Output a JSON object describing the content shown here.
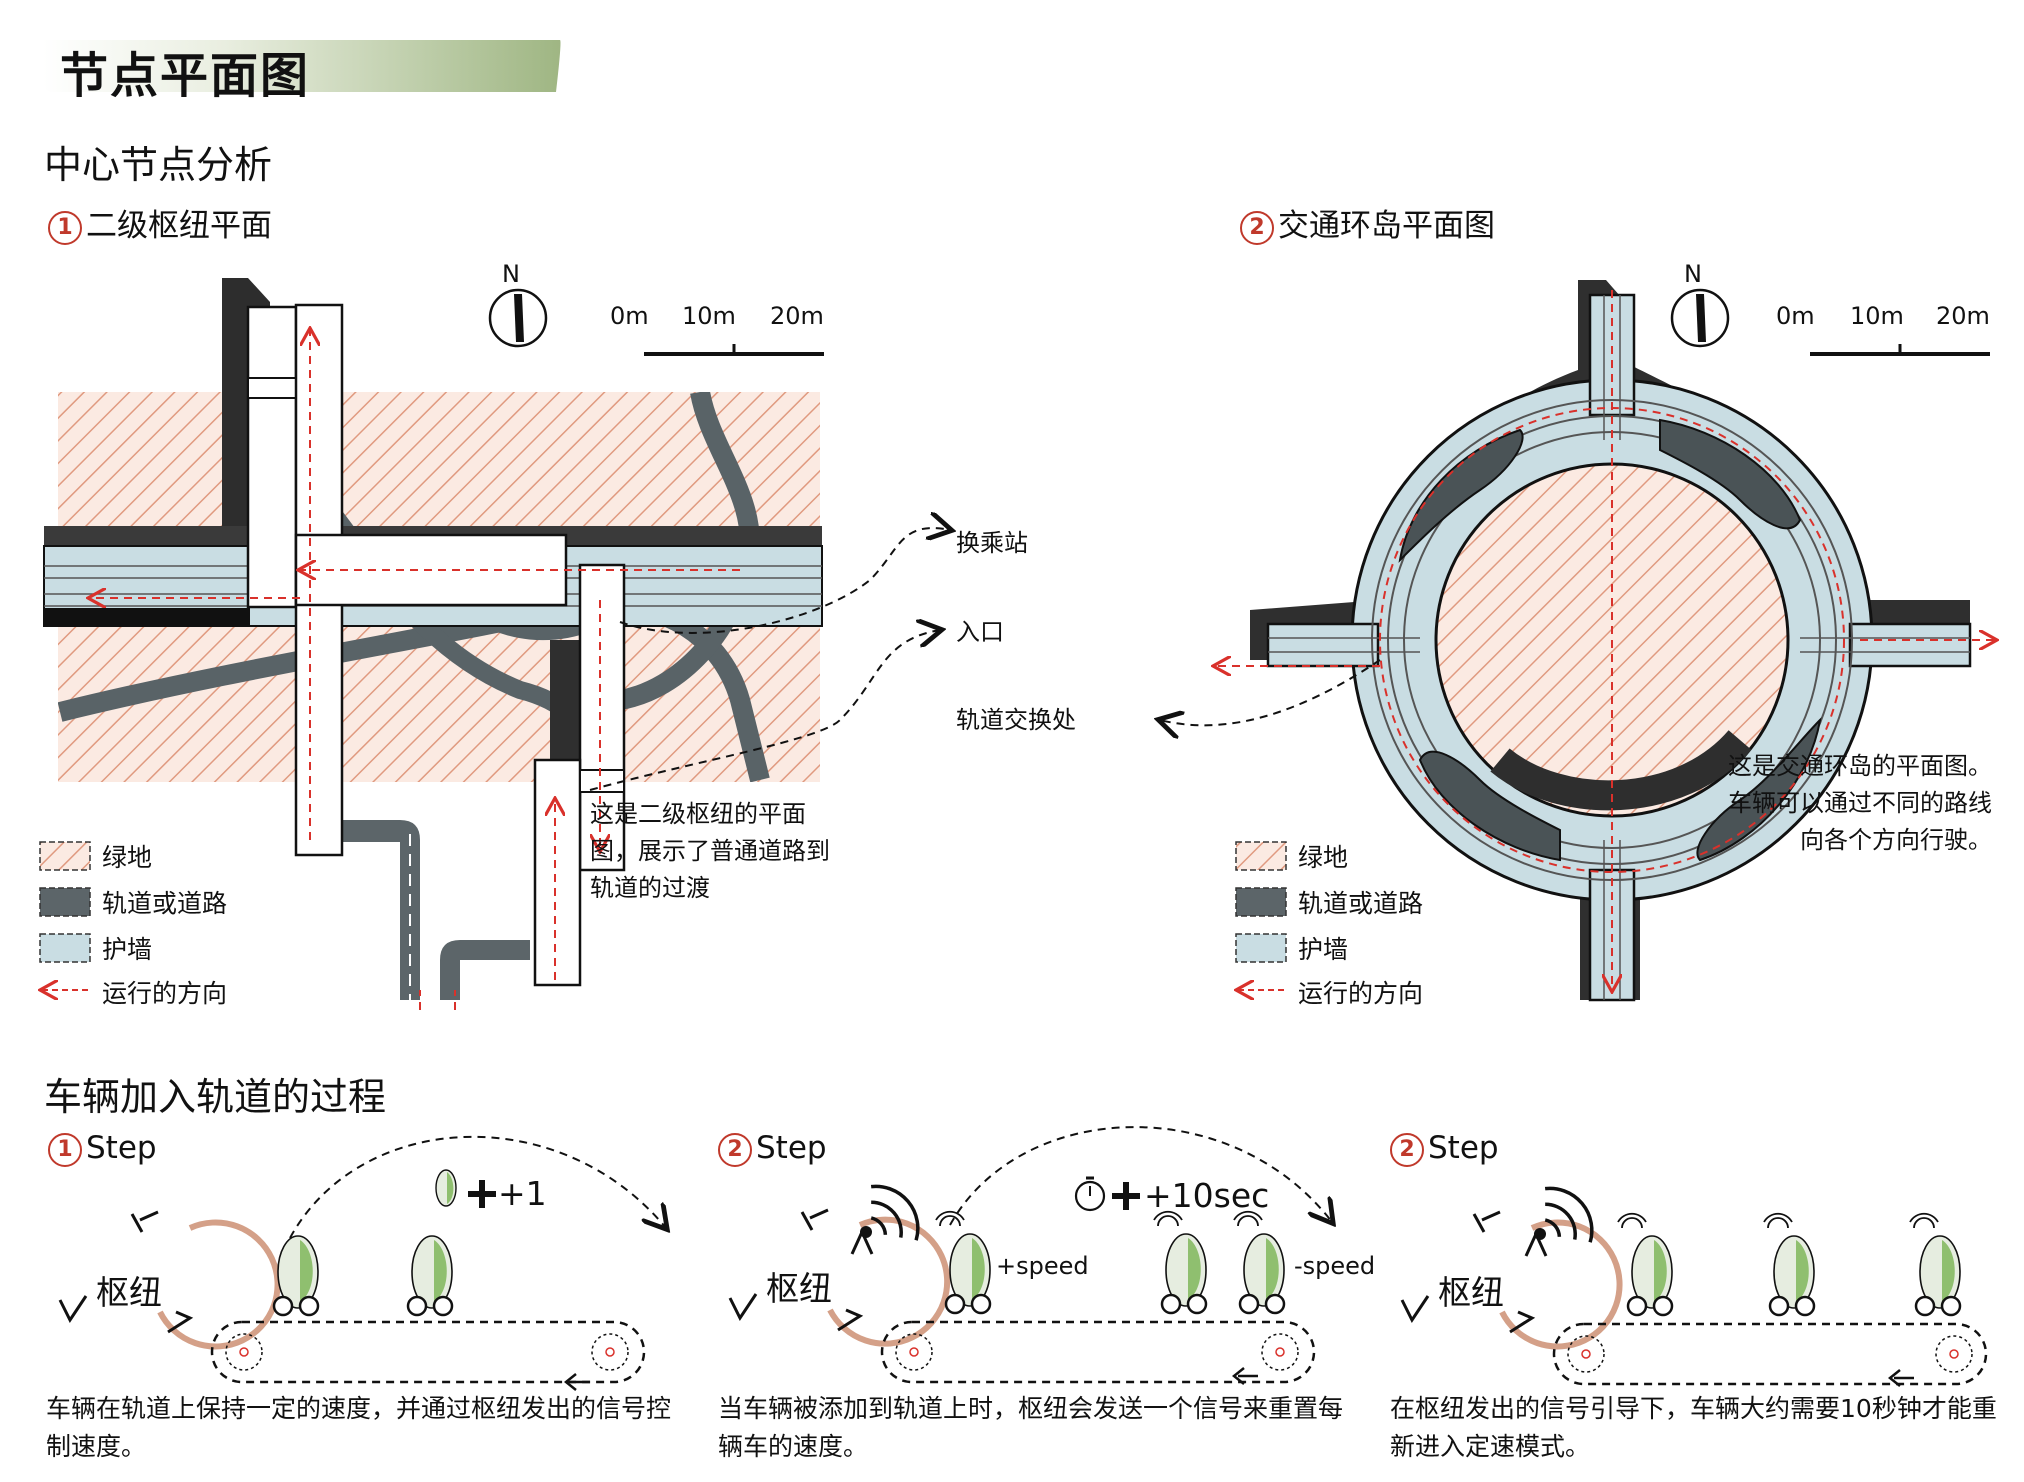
{
  "banner": {
    "title": "节点平面图"
  },
  "section1": {
    "title": "中心节点分析"
  },
  "plan1": {
    "number": "1",
    "title": "二级枢纽平面",
    "north": "N",
    "scale": [
      "0m",
      "10m",
      "20m"
    ],
    "callouts": {
      "transfer": "换乘站",
      "entrance": "入口",
      "track_exchange": "轨道交换处"
    },
    "note": "这是二级枢纽的平面图，展示了普通道路到轨道的过渡"
  },
  "plan2": {
    "number": "2",
    "title": "交通环岛平面图",
    "north": "N",
    "scale": [
      "0m",
      "10m",
      "20m"
    ],
    "note": "这是交通环岛的平面图。车辆可以通过不同的路线向各个方向行驶。"
  },
  "legend": [
    "绿地",
    "轨道或道路",
    "护墙",
    "运行的方向"
  ],
  "section2": {
    "title": "车辆加入轨道的过程"
  },
  "steps": [
    {
      "number": "1",
      "label": "Step",
      "hub": "枢纽",
      "badge": "+1",
      "caption": "车辆在轨道上保持一定的速度，并通过枢纽发出的信号控制速度。"
    },
    {
      "number": "2",
      "label": "Step",
      "hub": "枢纽",
      "badge": "+10sec",
      "speed_up": "+speed",
      "speed_down": "-speed",
      "caption": "当车辆被添加到轨道上时，枢纽会发送一个信号来重置每辆车的速度。"
    },
    {
      "number": "2",
      "label": "Step",
      "hub": "枢纽",
      "caption": "在枢纽发出的信号引导下，车辆大约需要10秒钟才能重新进入定速模式。"
    }
  ],
  "colors": {
    "hatch": "#e8a48a",
    "hatch_bg": "#f8e6dd",
    "road": "#3f474a",
    "wall": "#c8dde3",
    "arrow": "#d9312b",
    "banner": "#a8bd8d",
    "hub_ring": "#d4a088",
    "vehicle": "#8fbf6f"
  }
}
